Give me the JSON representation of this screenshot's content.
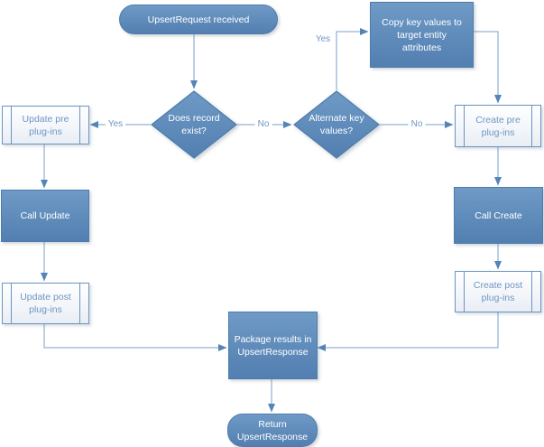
{
  "diagram": {
    "type": "flowchart",
    "nodes": {
      "start": {
        "type": "terminator",
        "label": "UpsertRequest received"
      },
      "does_record_exist": {
        "type": "decision",
        "label": "Does record\nexist?"
      },
      "update_pre": {
        "type": "subprocess",
        "label": "Update pre\nplug-ins"
      },
      "call_update": {
        "type": "process",
        "label": "Call Update"
      },
      "update_post": {
        "type": "subprocess",
        "label": "Update post\nplug-ins"
      },
      "alternate_key": {
        "type": "decision",
        "label": "Alternate key\nvalues?"
      },
      "copy_key_values": {
        "type": "process",
        "label": "Copy key values to\ntarget entity\nattributes"
      },
      "create_pre": {
        "type": "subprocess",
        "label": "Create pre\nplug-ins"
      },
      "call_create": {
        "type": "process",
        "label": "Call Create"
      },
      "create_post": {
        "type": "subprocess",
        "label": "Create post\nplug-ins"
      },
      "package_results": {
        "type": "process",
        "label": "Package results in\nUpsertResponse"
      },
      "return_response": {
        "type": "terminator",
        "label": "Return\nUpsertResponse"
      }
    },
    "edge_labels": {
      "update_yes": "Yes",
      "alternate_no": "No",
      "copy_yes": "Yes",
      "create_no": "No"
    },
    "edges": [
      {
        "from": "start",
        "to": "does_record_exist",
        "label": ""
      },
      {
        "from": "does_record_exist",
        "to": "update_pre",
        "label": "Yes"
      },
      {
        "from": "does_record_exist",
        "to": "alternate_key",
        "label": "No"
      },
      {
        "from": "update_pre",
        "to": "call_update",
        "label": ""
      },
      {
        "from": "call_update",
        "to": "update_post",
        "label": ""
      },
      {
        "from": "update_post",
        "to": "package_results",
        "label": ""
      },
      {
        "from": "alternate_key",
        "to": "copy_key_values",
        "label": "Yes"
      },
      {
        "from": "copy_key_values",
        "to": "create_pre",
        "label": ""
      },
      {
        "from": "alternate_key",
        "to": "create_pre",
        "label": "No"
      },
      {
        "from": "create_pre",
        "to": "call_create",
        "label": ""
      },
      {
        "from": "call_create",
        "to": "create_post",
        "label": ""
      },
      {
        "from": "create_post",
        "to": "package_results",
        "label": ""
      },
      {
        "from": "package_results",
        "to": "return_response",
        "label": ""
      }
    ],
    "colors": {
      "node_fill_top": "#6f9ac6",
      "node_fill_bottom": "#527fb1",
      "node_border": "#4d7cab",
      "node_text": "#ffffff",
      "subprocess_fill": "#ffffff",
      "subprocess_border": "#6b94c1",
      "subprocess_text": "#6f96c3",
      "connector_line": "#77a0cb",
      "arrowhead": "#5584b6",
      "edge_label_text": "#6e96c4",
      "background": "#ffffff"
    }
  }
}
